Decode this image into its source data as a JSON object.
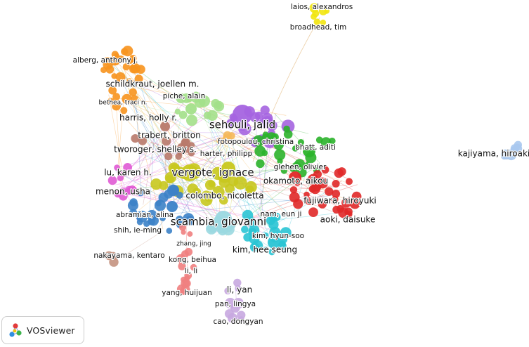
{
  "diagram": {
    "clusters": [
      {
        "id": "gold",
        "color": "#f2e60f"
      },
      {
        "id": "orange",
        "color": "#f7931e"
      },
      {
        "id": "light-green",
        "color": "#a3e08a"
      },
      {
        "id": "purple",
        "color": "#a564e0"
      },
      {
        "id": "brown",
        "color": "#b8796a"
      },
      {
        "id": "green",
        "color": "#2bb32b"
      },
      {
        "id": "olive",
        "color": "#c8c81e"
      },
      {
        "id": "blue",
        "color": "#3c82c8"
      },
      {
        "id": "red",
        "color": "#e02828"
      },
      {
        "id": "cyan",
        "color": "#2ac4d4"
      },
      {
        "id": "magenta",
        "color": "#e05ad4"
      },
      {
        "id": "light-blue",
        "color": "#a8c8ee"
      },
      {
        "id": "salmon",
        "color": "#c49280"
      },
      {
        "id": "pink",
        "color": "#f08080"
      },
      {
        "id": "lavender",
        "color": "#c8a8e0"
      },
      {
        "id": "sky",
        "color": "#9ad8e0"
      },
      {
        "id": "peach",
        "color": "#f5b85a"
      }
    ],
    "labels": [
      {
        "text": "laios, alexandros",
        "cluster": "gold",
        "size": "small"
      },
      {
        "text": "broadhead, tim",
        "cluster": "gold",
        "size": "small"
      },
      {
        "text": "alberg, anthony j.",
        "cluster": "orange",
        "size": "small"
      },
      {
        "text": "schildkraut, joellen m.",
        "cluster": "orange",
        "size": "medium"
      },
      {
        "text": "bethea, traci n.",
        "cluster": "orange",
        "size": "tiny"
      },
      {
        "text": "harris, holly r.",
        "cluster": "orange",
        "size": "medium"
      },
      {
        "text": "piche, alain",
        "cluster": "light-green",
        "size": "small"
      },
      {
        "text": "sehouli, jalid",
        "cluster": "purple",
        "size": "large"
      },
      {
        "text": "trabert, britton",
        "cluster": "brown",
        "size": "medium"
      },
      {
        "text": "fotopoulou, christina",
        "cluster": "purple",
        "size": "small"
      },
      {
        "text": "tworoger, shelley s.",
        "cluster": "brown",
        "size": "medium"
      },
      {
        "text": "harter, philipp",
        "cluster": "peach",
        "size": "small"
      },
      {
        "text": "bhatt, aditi",
        "cluster": "green",
        "size": "small"
      },
      {
        "text": "kajiyama, hiroaki",
        "cluster": "light-blue",
        "size": "medium"
      },
      {
        "text": "glehen, olivier",
        "cluster": "green",
        "size": "small"
      },
      {
        "text": "lu, karen h.",
        "cluster": "magenta",
        "size": "medium"
      },
      {
        "text": "vergote, ignace",
        "cluster": "olive",
        "size": "large"
      },
      {
        "text": "okamoto, aikou",
        "cluster": "red",
        "size": "medium"
      },
      {
        "text": "menon, usha",
        "cluster": "magenta",
        "size": "medium"
      },
      {
        "text": "colombo, nicoletta",
        "cluster": "olive",
        "size": "medium"
      },
      {
        "text": "fujiwara, hiroyuki",
        "cluster": "red",
        "size": "medium"
      },
      {
        "text": "abramian, alina",
        "cluster": "blue",
        "size": "small"
      },
      {
        "text": "nam, eun ji",
        "cluster": "cyan",
        "size": "small"
      },
      {
        "text": "scambia, giovanni",
        "cluster": "sky",
        "size": "large"
      },
      {
        "text": "aoki, daisuke",
        "cluster": "red",
        "size": "medium"
      },
      {
        "text": "shih, ie-ming",
        "cluster": "blue",
        "size": "small"
      },
      {
        "text": "kim, hyun-soo",
        "cluster": "cyan",
        "size": "small"
      },
      {
        "text": "zhang, jing",
        "cluster": "pink",
        "size": "tiny"
      },
      {
        "text": "kim, hee seung",
        "cluster": "cyan",
        "size": "medium"
      },
      {
        "text": "nakayama, kentaro",
        "cluster": "salmon",
        "size": "small"
      },
      {
        "text": "kong, beihua",
        "cluster": "pink",
        "size": "small"
      },
      {
        "text": "li, li",
        "cluster": "pink",
        "size": "small"
      },
      {
        "text": "li, yan",
        "cluster": "lavender",
        "size": "medium"
      },
      {
        "text": "yang, huijuan",
        "cluster": "pink",
        "size": "small"
      },
      {
        "text": "pan, lingya",
        "cluster": "lavender",
        "size": "small"
      },
      {
        "text": "cao, dongyan",
        "cluster": "lavender",
        "size": "small"
      }
    ]
  },
  "badge": {
    "name": "VOSviewer",
    "logo_icon": "vosviewer-logo-icon"
  }
}
